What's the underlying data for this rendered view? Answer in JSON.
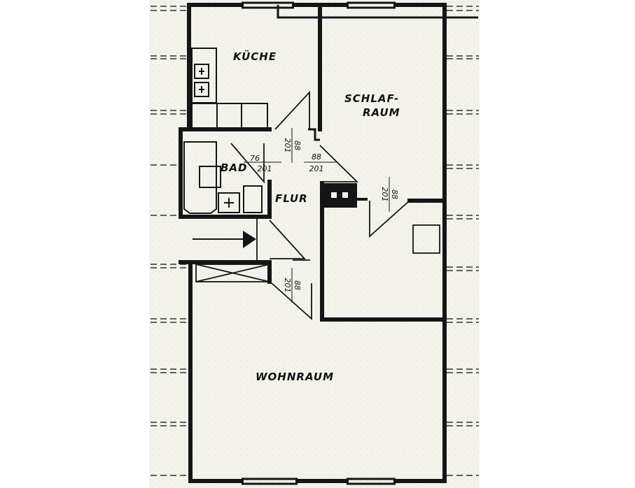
{
  "rooms": {
    "kitchen": "KÜCHE",
    "bedroom_line1": "SCHLAF-",
    "bedroom_line2": "RAUM",
    "bath": "BAD",
    "hall": "FLUR",
    "living": "WOHNRAUM"
  },
  "doors": [
    {
      "width": "76",
      "height": "201"
    },
    {
      "width": "88",
      "height": "201"
    },
    {
      "width": "88",
      "height": "201"
    },
    {
      "width": "88",
      "height": "201"
    },
    {
      "width": "88",
      "height": "201"
    }
  ],
  "colors": {
    "paper": "#f3f3ec",
    "ink": "#151515"
  }
}
